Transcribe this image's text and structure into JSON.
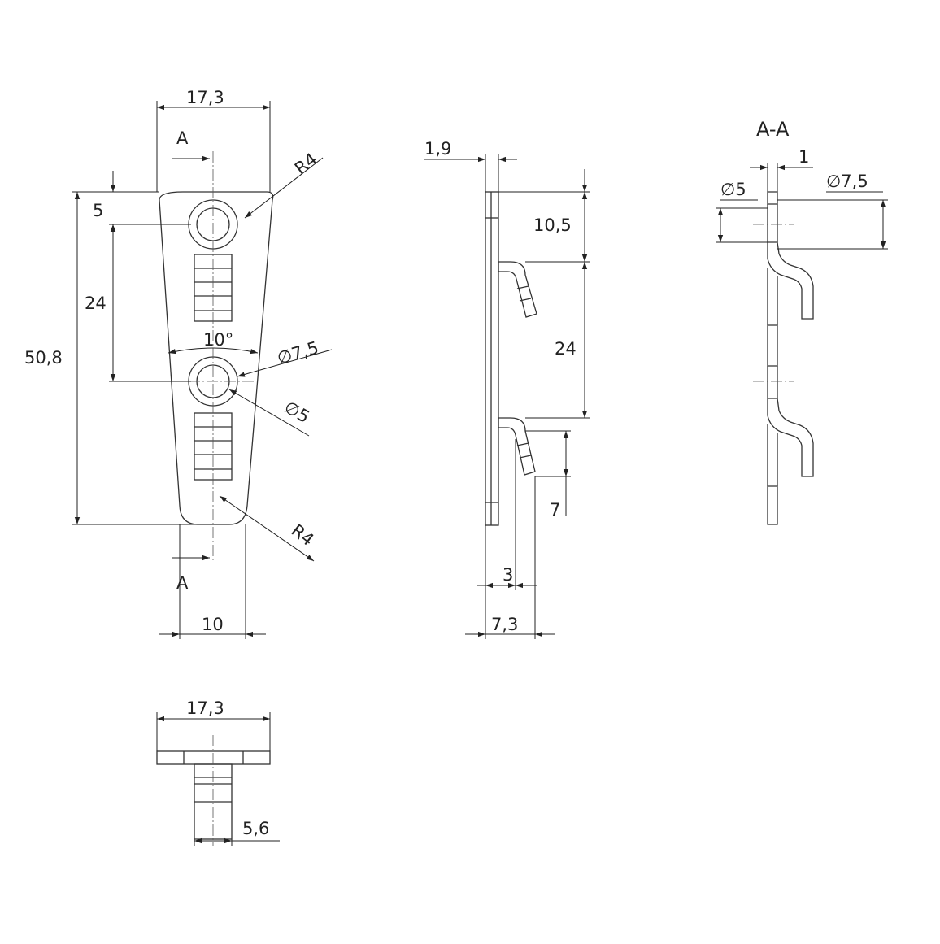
{
  "front_view": {
    "width_top": "17,3",
    "section_letter_top": "A",
    "section_letter_bottom": "A",
    "radius_top": "R4",
    "radius_bottom": "R4",
    "offset_top_hole": "5",
    "hole_spacing": "24",
    "overall_height": "50,8",
    "taper_angle": "10°",
    "hole_outer_dia": "∅7,5",
    "hole_inner_dia": "∅5",
    "width_bottom": "10"
  },
  "side_view": {
    "thickness": "1,9",
    "top_to_hook": "10,5",
    "hook_spacing": "24",
    "hook_length": "7",
    "hook_offset": "3",
    "overall_depth": "7,3"
  },
  "section_view": {
    "title": "A-A",
    "wall": "1",
    "inner_dia": "∅5",
    "outer_dia": "∅7,5"
  },
  "top_view": {
    "width": "17,3",
    "tab_width": "5,6"
  }
}
